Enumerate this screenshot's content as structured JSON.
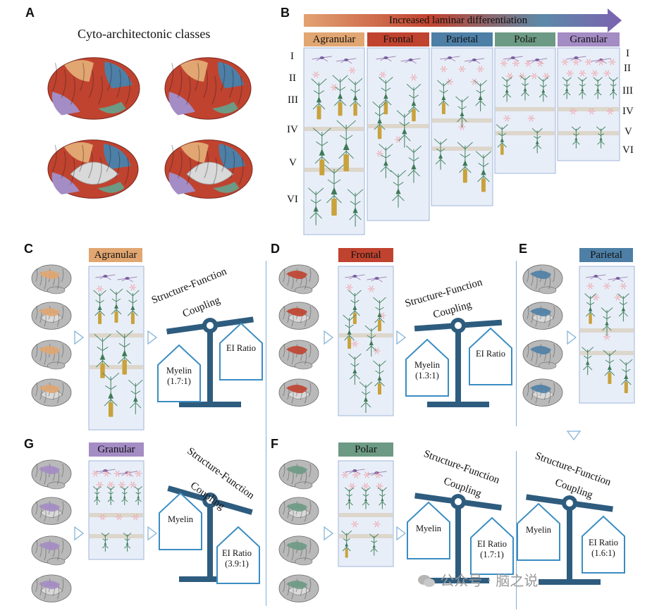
{
  "panel_labels": [
    "A",
    "B",
    "C",
    "D",
    "E",
    "F",
    "G"
  ],
  "panel_a": {
    "title": "Cyto-architectonic classes"
  },
  "panel_b": {
    "arrow_label": "Increased laminar differentiation",
    "classes": [
      {
        "name": "Agranular",
        "color": "#e1a671"
      },
      {
        "name": "Frontal",
        "color": "#c0432f"
      },
      {
        "name": "Parietal",
        "color": "#4e7fa6"
      },
      {
        "name": "Polar",
        "color": "#6d9a84"
      },
      {
        "name": "Granular",
        "color": "#a48cc4"
      }
    ],
    "layers_left": [
      "I",
      "II",
      "III",
      "IV",
      "V",
      "VI"
    ],
    "layers_right": [
      "I",
      "II",
      "III",
      "IV",
      "V",
      "VI"
    ]
  },
  "coupling_label_1": "Structure-Function",
  "coupling_label_2": "Coupling",
  "panels": {
    "c": {
      "tag": "Agranular",
      "left": "Myelin",
      "left_ratio": "(1.7:1)",
      "right": "EI Ratio",
      "right_ratio": ""
    },
    "d": {
      "tag": "Frontal",
      "left": "Myelin",
      "left_ratio": "(1.3:1)",
      "right": "EI Ratio",
      "right_ratio": ""
    },
    "e": {
      "tag": "Parietal"
    },
    "g": {
      "tag": "Granular",
      "left": "Myelin",
      "left_ratio": "",
      "right": "EI Ratio",
      "right_ratio": "(3.9:1)"
    },
    "f": {
      "tag": "Polar",
      "left": "Myelin",
      "left_ratio": "",
      "right": "EI Ratio",
      "right_ratio": "(1.7:1)"
    },
    "e2": {
      "left": "Myelin",
      "left_ratio": "",
      "right": "EI Ratio",
      "right_ratio": "(1.6:1)"
    }
  },
  "watermark": "公众号 · 脑之说",
  "colors": {
    "scale": "#2e5c7e",
    "pan_stroke": "#3b8dc2",
    "column_fill": "#e8eef8",
    "column_stroke": "#9fb6d8"
  }
}
